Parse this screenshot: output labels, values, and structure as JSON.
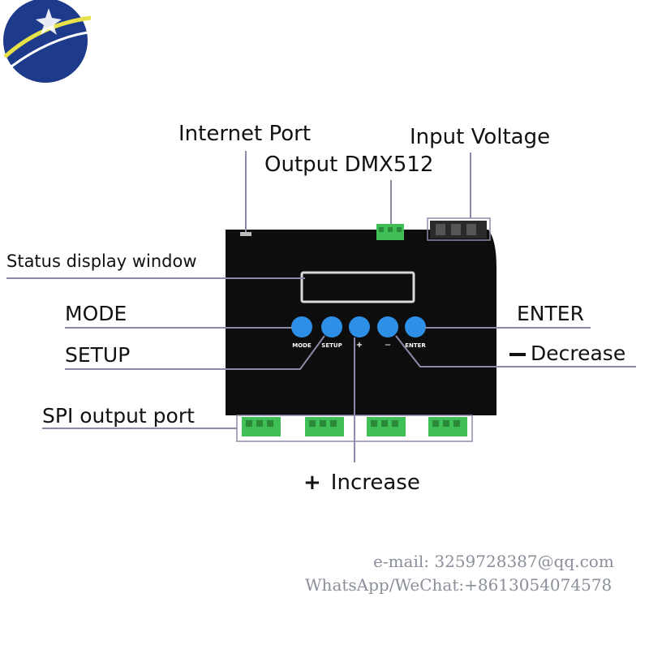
{
  "labels": {
    "internet_port": "Internet Port",
    "output_dmx": "Output DMX512",
    "input_voltage": "Input Voltage",
    "status_window": "Status display window",
    "mode": "MODE",
    "setup": "SETUP",
    "enter": "ENTER",
    "decrease": "Decrease",
    "spi_output": "SPI output port",
    "increase": "Increase"
  },
  "buttons": {
    "mode": "MODE",
    "setup": "SETUP",
    "plus": "+",
    "minus": "—",
    "enter": "ENTER"
  },
  "contact": {
    "email": "e-mail: 3259728387@qq.com",
    "whatsapp": "WhatsApp/WeChat:+8613054074578"
  },
  "colors": {
    "device_body": "#0d0d0d",
    "button_blue": "#2e8fe6",
    "terminal_green": "#3fbf55",
    "callout_line": "#8d8aa8",
    "logo_blue": "#1e3a8a",
    "logo_ring": "#e7e14a"
  },
  "icons": {
    "logo": "brand-logo-icon",
    "plus": "plus-sign-icon",
    "minus": "minus-sign-icon"
  }
}
